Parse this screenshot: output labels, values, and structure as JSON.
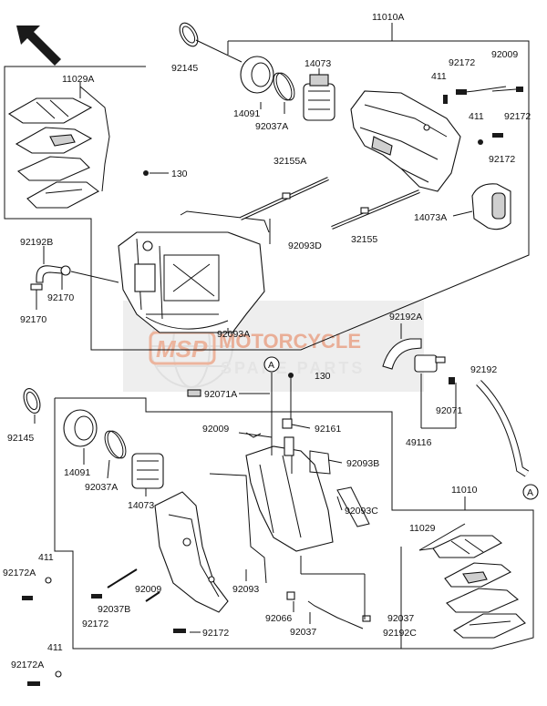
{
  "watermark": {
    "logo": "MSP",
    "title": "MOTORCYCLE",
    "subtitle": "SPARE PARTS",
    "colors": {
      "logo": "#e9a78c",
      "title": "#e6a085",
      "subtitle": "#e0e0e0",
      "panel": "#ececec"
    }
  },
  "direction_icon": "arrow-up-left",
  "labels": {
    "p11010A": "11010A",
    "p92145_top": "92145",
    "p14091_top": "14091",
    "p14073_top": "14073",
    "p92037A_top": "92037A",
    "p411_a": "411",
    "p92172_a": "92172",
    "p92009_top": "92009",
    "p411_b": "411",
    "p92172_b": "92172",
    "p92172_c": "92172",
    "p11029A": "11029A",
    "p130_top": "130",
    "p32155A": "32155A",
    "p14073A": "14073A",
    "p92093D": "92093D",
    "p32155": "32155",
    "p92192B": "92192B",
    "p92170_a": "92170",
    "p92170_b": "92170",
    "p92093A": "92093A",
    "p92192A": "92192A",
    "pA_top": "A",
    "p130_mid": "130",
    "p92071A": "92071A",
    "p92192": "92192",
    "p92145_bot": "92145",
    "p92071": "92071",
    "p92009_mid": "92009",
    "p92161": "92161",
    "p14091_bot": "14091",
    "p92093B": "92093B",
    "p49116": "49116",
    "p92037A_bot": "92037A",
    "p14073_bot": "14073",
    "pA_bot": "A",
    "p11010": "11010",
    "p92093C": "92093C",
    "p11029": "11029",
    "p411_c": "411",
    "p92172A_a": "92172A",
    "p92037B": "92037B",
    "p92009_bot": "92009",
    "p92093": "92093",
    "p92172_d": "92172",
    "p92066": "92066",
    "p92037_a": "92037",
    "p92037_b": "92037",
    "p92192C": "92192C",
    "p92172_e": "92172",
    "p411_d": "411",
    "p92172A_b": "92172A"
  }
}
